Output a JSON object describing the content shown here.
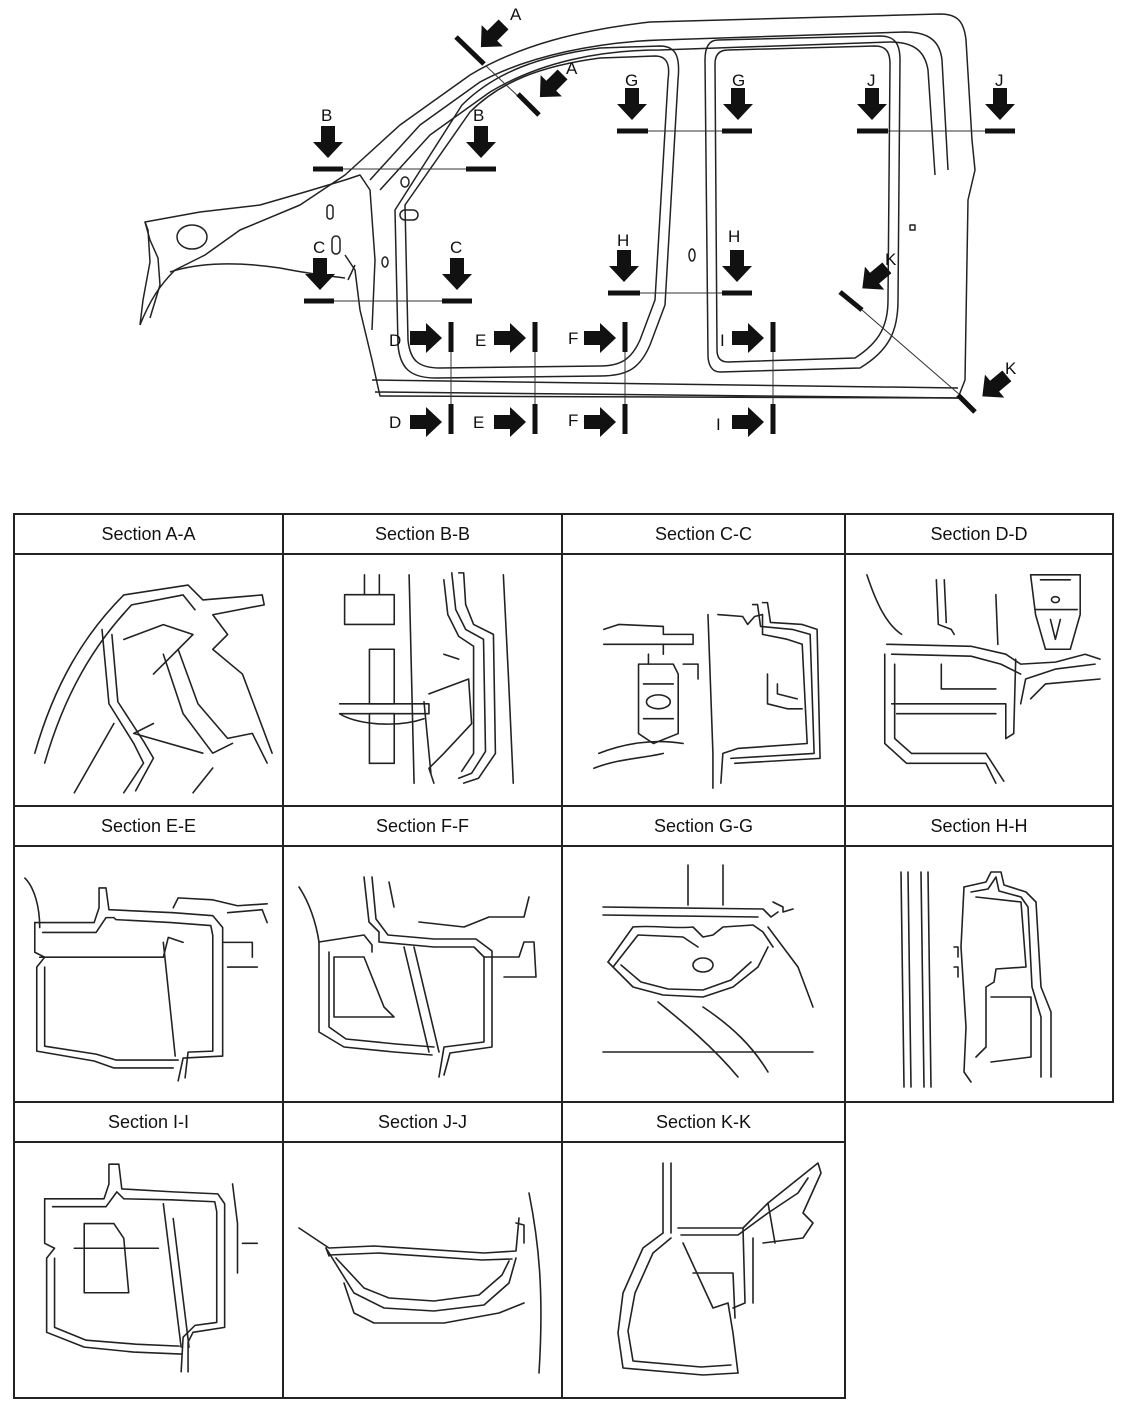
{
  "overview": {
    "section_markers": [
      {
        "letter": "A"
      },
      {
        "letter": "B"
      },
      {
        "letter": "C"
      },
      {
        "letter": "D"
      },
      {
        "letter": "E"
      },
      {
        "letter": "F"
      },
      {
        "letter": "G"
      },
      {
        "letter": "H"
      },
      {
        "letter": "I"
      },
      {
        "letter": "J"
      },
      {
        "letter": "K"
      }
    ]
  },
  "sections": [
    {
      "title": "Section A-A"
    },
    {
      "title": "Section B-B"
    },
    {
      "title": "Section C-C"
    },
    {
      "title": "Section D-D"
    },
    {
      "title": "Section E-E"
    },
    {
      "title": "Section F-F"
    },
    {
      "title": "Section G-G"
    },
    {
      "title": "Section H-H"
    },
    {
      "title": "Section I-I"
    },
    {
      "title": "Section J-J"
    },
    {
      "title": "Section K-K"
    }
  ]
}
